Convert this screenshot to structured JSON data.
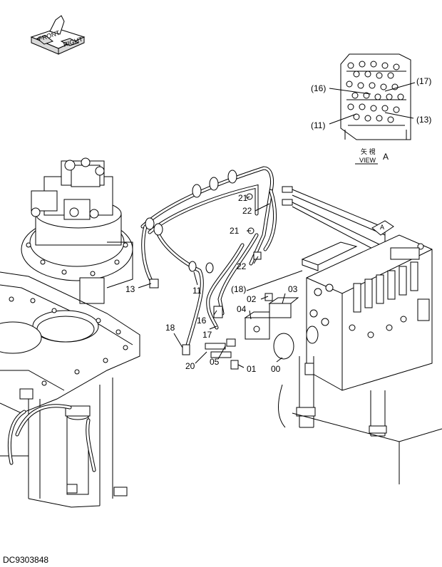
{
  "diagram": {
    "doc_code": "DC9303848",
    "compass": {
      "words": [
        "FRONT",
        "RIGHT"
      ]
    },
    "view_box": {
      "kanji": "矢 視",
      "word": "VIEW",
      "letter": "A"
    },
    "view_pointer_letter": "A",
    "view_callouts": [
      "(16)",
      "(17)",
      "(11)",
      "(13)"
    ],
    "part_labels": [
      "21",
      "22",
      "21",
      "22",
      "13",
      "11",
      "16",
      "(18)",
      "02",
      "03",
      "04",
      "18",
      "17",
      "20",
      "05",
      "01",
      "00"
    ]
  }
}
